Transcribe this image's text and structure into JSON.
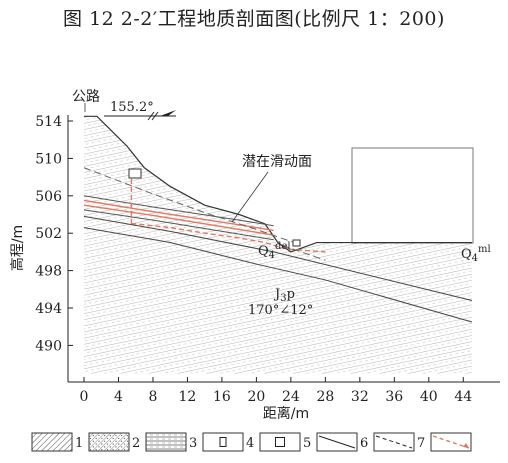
{
  "figure": {
    "title": "图 12    2-2′工程地质剖面图(比例尺 1：200)"
  },
  "axes": {
    "ylabel": "高程/m",
    "xlabel": "距离/m",
    "y_ticks": [
      "514",
      "510",
      "506",
      "502",
      "498",
      "494",
      "490"
    ],
    "x_ticks": [
      "0",
      "4",
      "8",
      "12",
      "16",
      "20",
      "24",
      "28",
      "32",
      "36",
      "40",
      "44"
    ]
  },
  "annotations": {
    "road": "公路",
    "bearing": "155.2°",
    "slip_surface": "潜在滑动面",
    "q4del": "Q",
    "q4del_sub": "4",
    "q4del_sup": "del",
    "q4ml": "Q",
    "q4ml_sub": "4",
    "q4ml_sup": "ml",
    "strata": "J",
    "strata_sub": "3",
    "strata_p": "p",
    "dip": "170°∠12°"
  },
  "legend": {
    "items": [
      {
        "num": "1",
        "icon": "hatch-dense-swatch"
      },
      {
        "num": "2",
        "icon": "hatch-dotted-swatch"
      },
      {
        "num": "3",
        "icon": "horizontal-lines-swatch"
      },
      {
        "num": "4",
        "icon": "small-square-swatch"
      },
      {
        "num": "5",
        "icon": "square-swatch"
      },
      {
        "num": "6",
        "icon": "solid-diagonal-line"
      },
      {
        "num": "7",
        "icon": "dashed-diagonal-line"
      },
      {
        "num": "",
        "icon": "red-dashed-arrow"
      }
    ]
  },
  "colors": {
    "slip": "#e07a5f",
    "line": "#333333",
    "hatch": "#888888"
  },
  "chart_data": {
    "type": "line",
    "title": "2-2′工程地质剖面图(比例尺 1：200)",
    "xlabel": "距离/m",
    "ylabel": "高程/m",
    "xlim": [
      -1,
      45
    ],
    "ylim": [
      486,
      516
    ],
    "x_ticks": [
      0,
      4,
      8,
      12,
      16,
      20,
      24,
      28,
      32,
      36,
      40,
      44
    ],
    "y_ticks": [
      490,
      494,
      498,
      502,
      506,
      510,
      514
    ],
    "series": [
      {
        "points": [
          [
            0,
            514.5
          ],
          [
            1.5,
            514.5
          ],
          [
            5,
            511.3
          ],
          [
            7,
            509
          ],
          [
            10,
            507
          ],
          [
            14,
            505
          ],
          [
            18,
            504
          ],
          [
            21,
            503
          ],
          [
            22.5,
            501
          ],
          [
            24,
            500
          ],
          [
            27,
            501
          ],
          [
            45,
            501
          ]
        ]
      },
      {
        "points": [
          [
            0,
            502.6
          ],
          [
            10,
            501
          ],
          [
            20,
            498.7
          ],
          [
            28,
            497
          ],
          [
            45,
            492.5
          ]
        ]
      },
      {
        "points": [
          [
            0,
            503.8
          ],
          [
            10,
            502.2
          ],
          [
            22,
            500
          ],
          [
            45,
            494.8
          ]
        ]
      },
      {
        "points": [
          [
            0,
            504.5
          ],
          [
            8,
            503.4
          ],
          [
            18,
            501.9
          ],
          [
            22,
            501.3
          ]
        ]
      },
      {
        "points": [
          [
            0,
            505
          ],
          [
            8,
            503.9
          ],
          [
            18,
            502.4
          ],
          [
            22,
            501.8
          ]
        ]
      },
      {
        "points": [
          [
            0,
            505.5
          ],
          [
            8,
            504.3
          ],
          [
            18,
            502.9
          ],
          [
            22,
            502.3
          ]
        ]
      },
      {
        "points": [
          [
            0,
            506
          ],
          [
            8,
            504.8
          ],
          [
            18,
            503.4
          ],
          [
            22,
            502.8
          ]
        ]
      },
      {
        "points": [
          [
            5.5,
            503
          ],
          [
            6,
            503
          ],
          [
            10,
            502.6
          ],
          [
            14,
            502
          ],
          [
            18,
            501.5
          ],
          [
            21,
            501
          ],
          [
            23.5,
            500.3
          ],
          [
            28,
            500
          ]
        ]
      },
      {
        "points": [
          [
            5.5,
            503
          ],
          [
            5.5,
            509
          ]
        ]
      },
      {
        "points": [
          [
            0,
            509
          ],
          [
            8,
            506.2
          ],
          [
            14,
            504.2
          ],
          [
            20,
            502.4
          ],
          [
            25,
            500.8
          ]
        ]
      },
      {
        "points": [
          [
            23,
            500.7
          ],
          [
            28,
            499.1
          ]
        ]
      }
    ]
  }
}
